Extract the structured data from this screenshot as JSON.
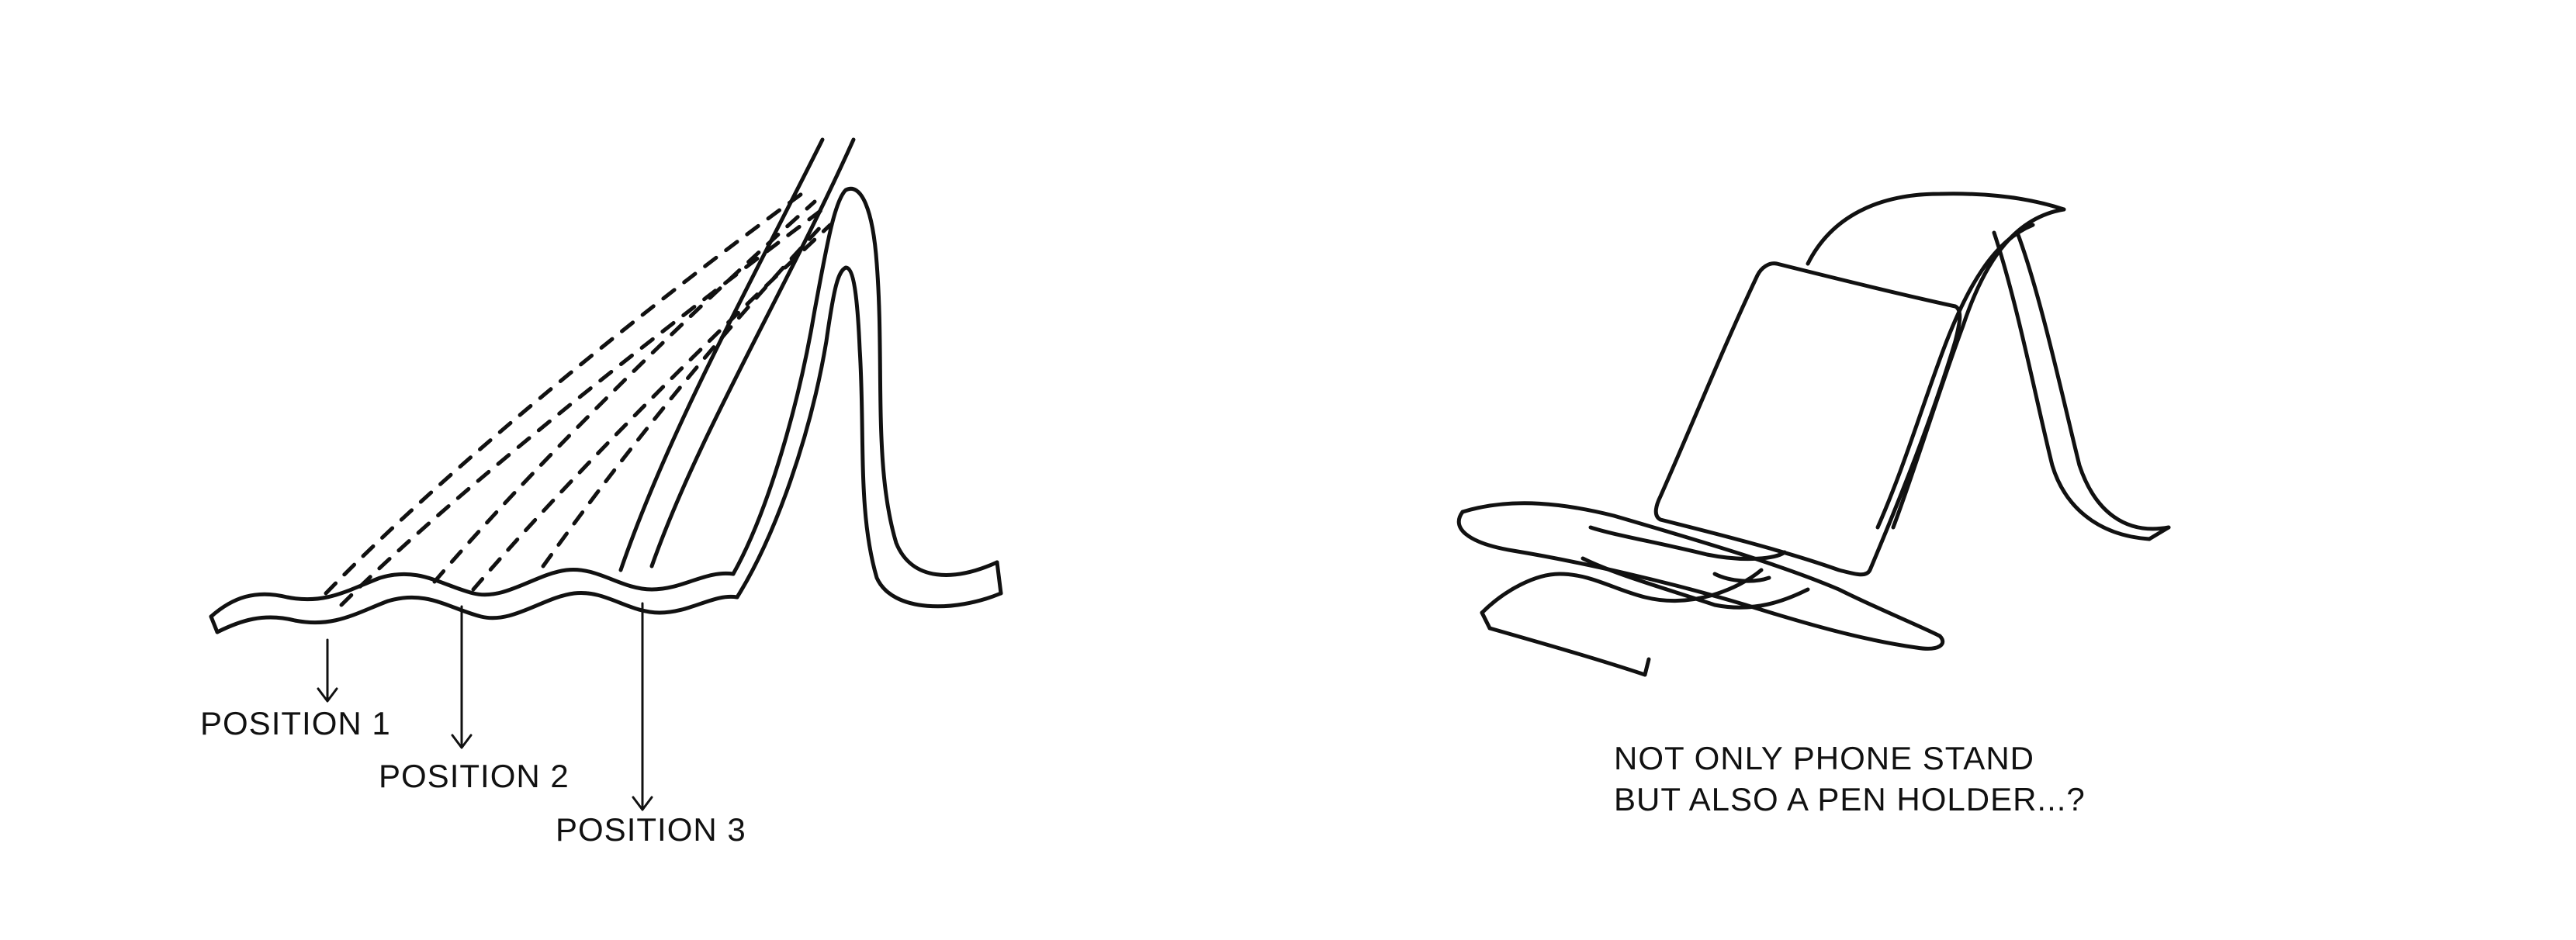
{
  "left_sketch": {
    "labels": [
      "POSITION 1",
      "POSITION 2",
      "POSITION 3"
    ]
  },
  "right_sketch": {
    "note_lines": [
      "NOT ONLY PHONE STAND",
      "BUT ALSO A PEN HOLDER...?"
    ]
  },
  "colors": {
    "ink": "#111111",
    "paper": "#ffffff"
  }
}
